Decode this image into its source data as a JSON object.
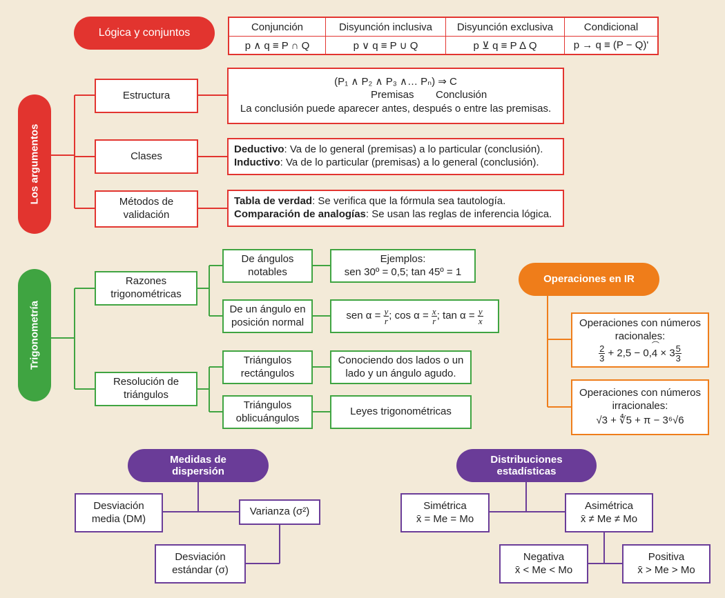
{
  "logica": {
    "title": "Lógica y conjuntos",
    "headers": [
      "Conjunción",
      "Disyunción inclusiva",
      "Disyunción exclusiva",
      "Condicional"
    ],
    "formulas": [
      "p ∧ q ≡ P ∩ Q",
      "p ∨ q ≡ P ∪ Q",
      "p ⊻ q ≡ P ∆ Q",
      "p → q ≡ (P − Q)'"
    ]
  },
  "argumentos": {
    "title": "Los argumentos",
    "estructura": {
      "label": "Estructura",
      "line1": "(P₁ ∧ P₂ ∧ P₃ ∧… Pₙ) ⇒ C",
      "premisas": "Premisas",
      "conclusion": "Conclusión",
      "line3": "La conclusión puede aparecer antes, después o entre las premisas."
    },
    "clases": {
      "label": "Clases",
      "l1_bold": "Deductivo",
      "l1_text": ": Va de lo general (premisas) a lo particular (conclusión).",
      "l2_bold": "Inductivo",
      "l2_text": ": Va de lo particular (premisas) a lo general (conclusión)."
    },
    "metodos": {
      "label": "Métodos de validación",
      "l1_bold": "Tabla de verdad",
      "l1_text": ": Se verifica que la fórmula sea tautología.",
      "l2_bold": "Comparación de analogías",
      "l2_text": ": Se usan las reglas de inferencia lógica."
    }
  },
  "trigonometria": {
    "title": "Trigonometría",
    "razones": "Razones trigonométricas",
    "notables": "De ángulos notables",
    "ejemplos_title": "Ejemplos:",
    "ejemplos_text": "sen 30º = 0,5; tan 45º = 1",
    "posicion": "De un ángulo en posición normal",
    "sen": "sen α =",
    "cos": "; cos α =",
    "tan": "; tan α =",
    "sen_num": "y",
    "sen_den": "r",
    "cos_num": "x",
    "cos_den": "r",
    "tan_num": "y",
    "tan_den": "x",
    "resolucion": "Resolución de triángulos",
    "rectangulos": "Triángulos rectángulos",
    "rect_desc": "Conociendo dos lados o un lado y un ángulo agudo.",
    "oblicuangulos": "Triángulos oblicuángulos",
    "leyes": "Leyes trigonométricas"
  },
  "operaciones": {
    "title": "Operaciones en IR",
    "racionales": "Operaciones con números racionales:",
    "rac_expr_mid": "+ 2,5 − 0,",
    "rac_repeat": "4",
    "rac_times": "× 3",
    "irracionales": "Operaciones con números irracionales:",
    "irr_expr": "√3 + ∜5 + π − 3⁶√6"
  },
  "dispersion": {
    "title": "Medidas de dispersión",
    "desviacion_media": "Desviación media (DM)",
    "varianza": "Varianza (σ²)",
    "desviacion_estandar": "Desviación estándar (σ)"
  },
  "distribuciones": {
    "title": "Distribuciones estadísticas",
    "simetrica": "Simétrica",
    "simetrica_rel": "= Me = Mo",
    "asimetrica": "Asimétrica",
    "asimetrica_rel": "≠ Me ≠ Mo",
    "negativa": "Negativa",
    "negativa_rel": "< Me < Mo",
    "positiva": "Positiva",
    "positiva_rel": "> Me > Mo",
    "mean_symbol": "x̄"
  },
  "colors": {
    "red": "#e2342f",
    "green": "#3fa441",
    "orange": "#ef7d1a",
    "purple": "#6a3c98",
    "background": "#f3ead8"
  }
}
